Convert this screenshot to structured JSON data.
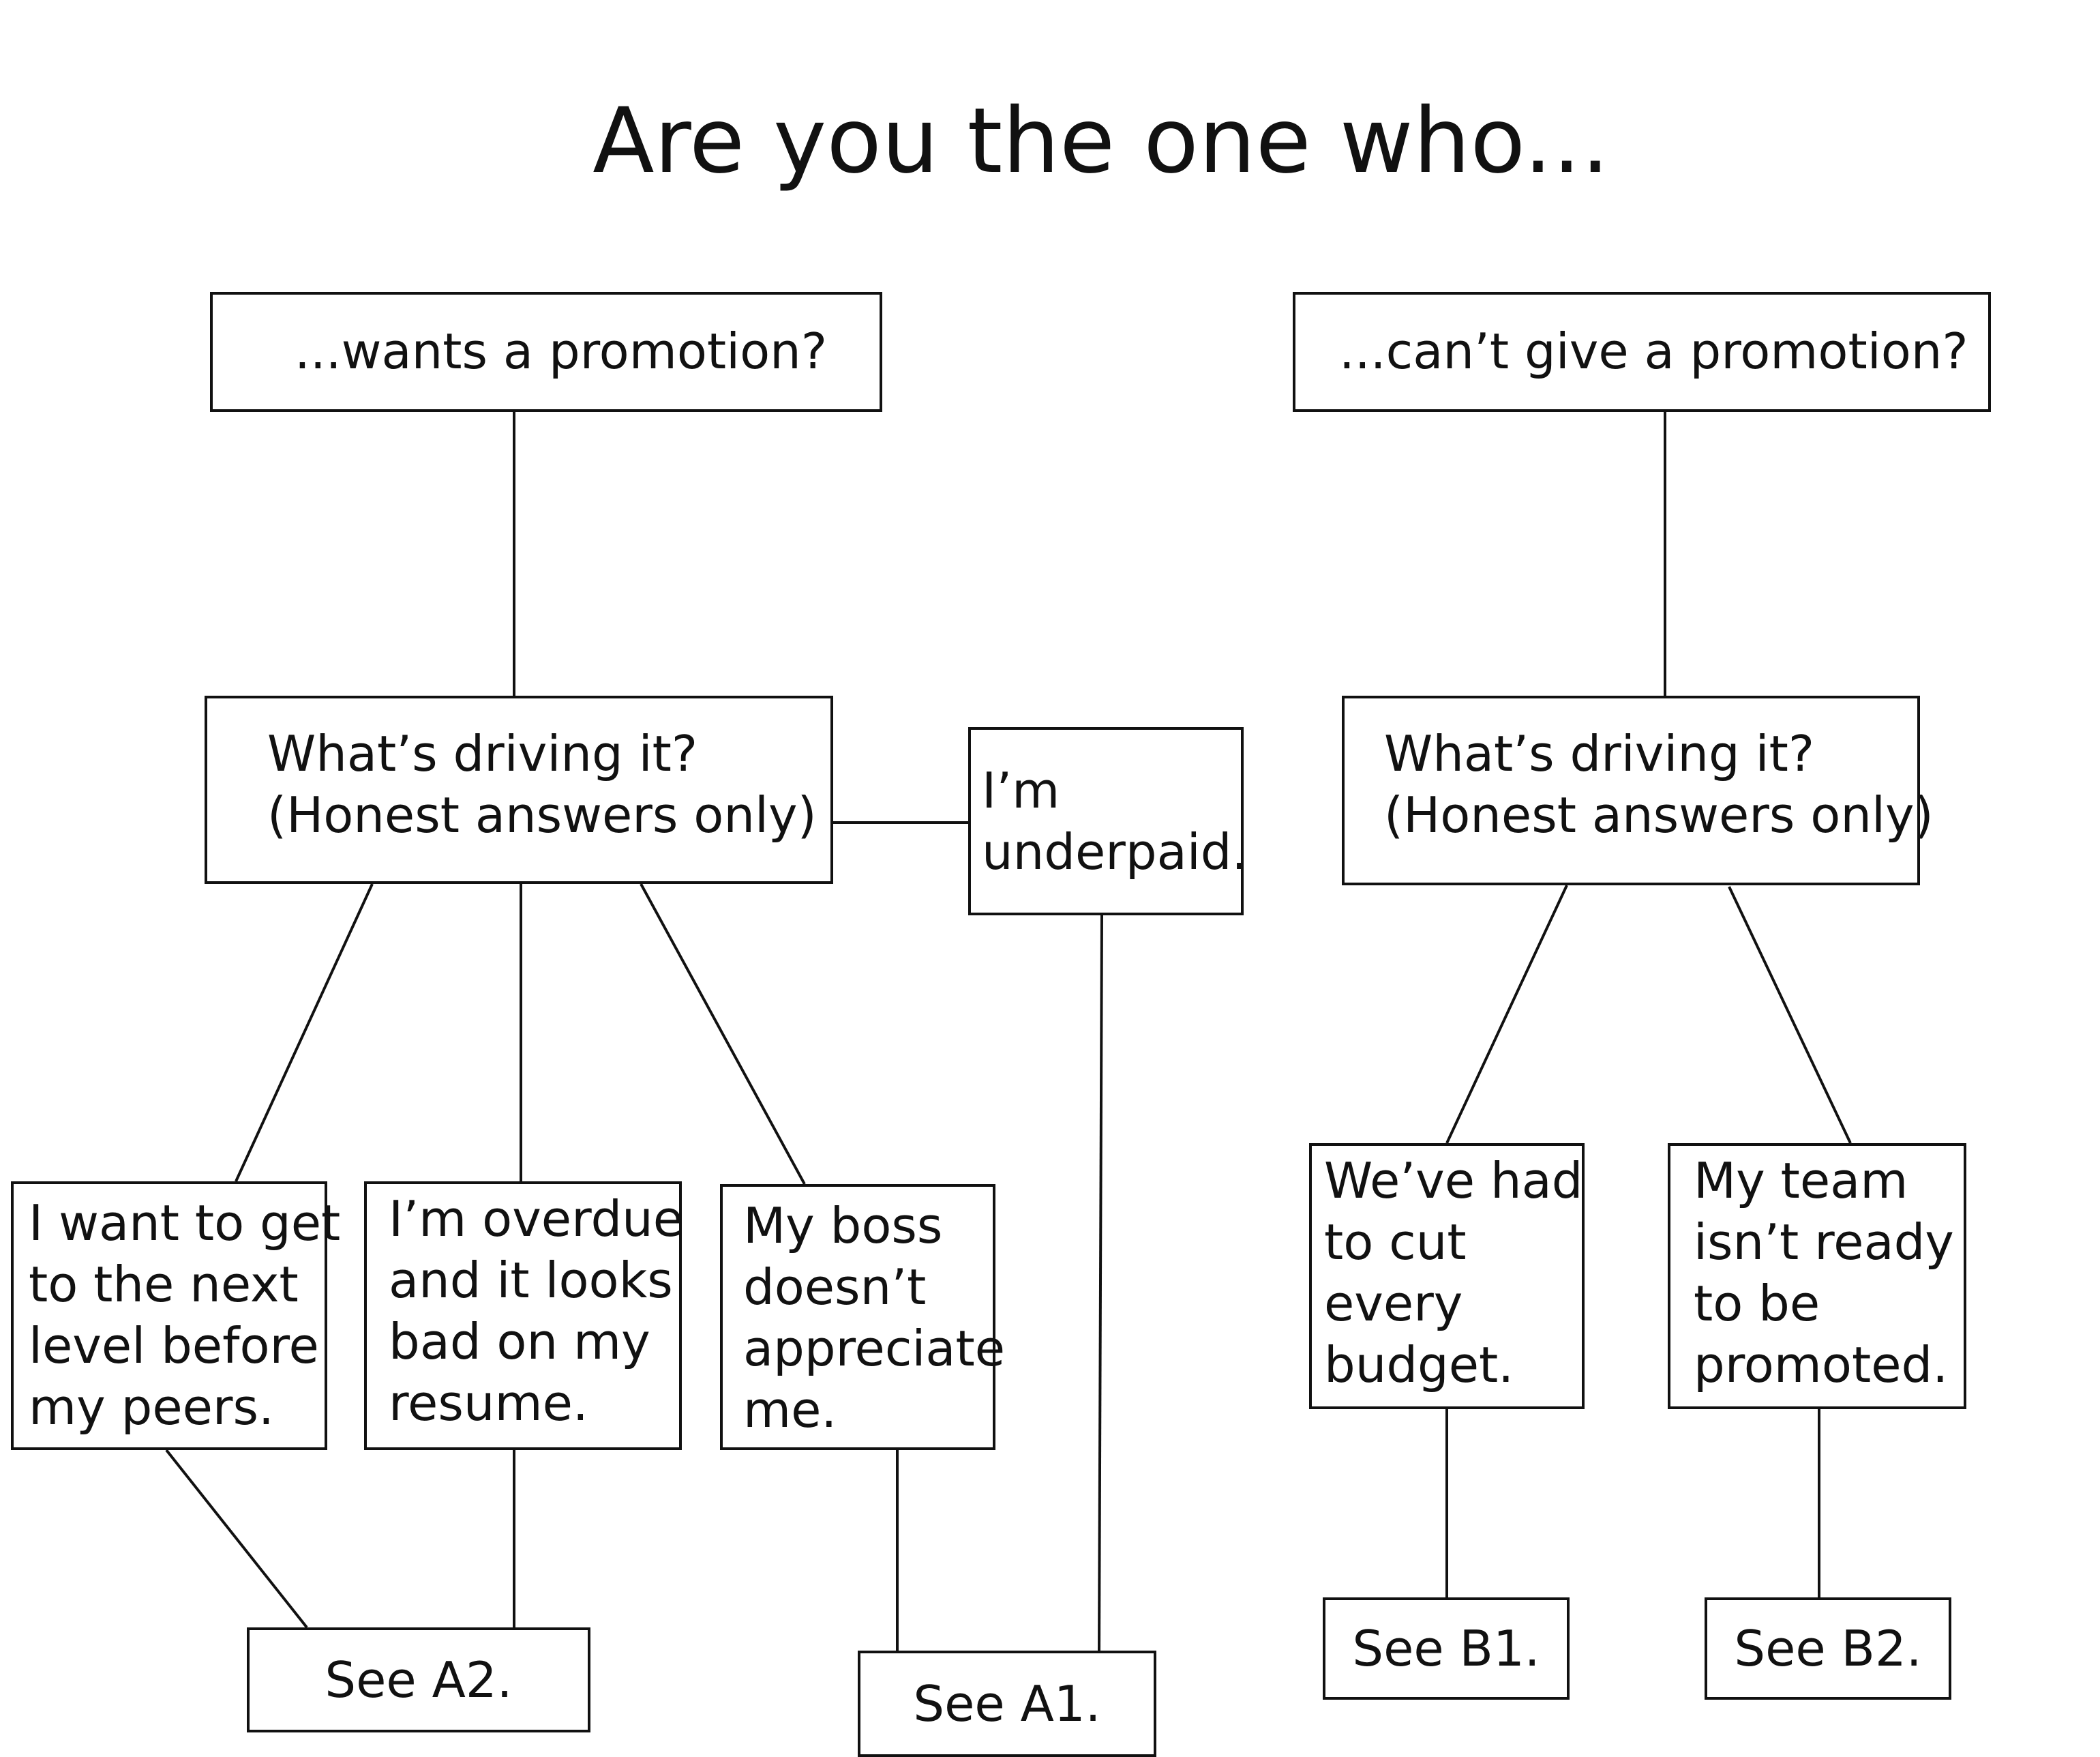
{
  "title": "Are you the one who...",
  "nodes": {
    "wants_promotion": "...wants a promotion?",
    "cant_give_promotion": "...can’t give a promotion?",
    "left_driving": "What’s driving it?\n(Honest answers only)",
    "right_driving": "What’s driving it?\n(Honest answers only)",
    "underpaid": "I’m\nunderpaid.",
    "next_level": "I want to get\nto the next\nlevel before\nmy peers.",
    "overdue": "I’m overdue\nand it looks\nbad on my\nresume.",
    "boss": "My boss\ndoesn’t\nappreciate\nme.",
    "budget": "We’ve had\nto cut\nevery\nbudget.",
    "team": "My team\nisn’t ready\nto be\npromoted.",
    "see_a2": "See A2.",
    "see_a1": "See A1.",
    "see_b1": "See B1.",
    "see_b2": "See B2."
  },
  "colors": {
    "line": "#111111",
    "background": "#ffffff",
    "text": "#111111"
  }
}
